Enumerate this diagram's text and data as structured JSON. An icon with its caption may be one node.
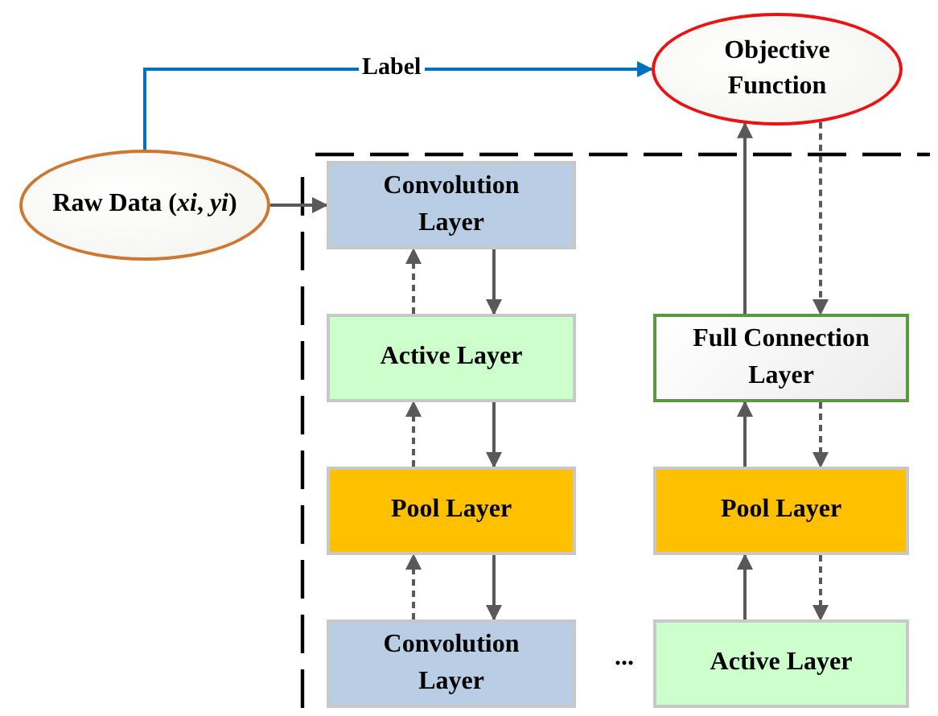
{
  "diagram": {
    "nodes": [
      {
        "text": [
          "Raw Data (*xi*, *yi*)"
        ]
      },
      {
        "text": [
          "Objective Function"
        ]
      },
      {
        "text": [
          "Convolution Layer"
        ]
      },
      {
        "text": [
          "Active Layer"
        ]
      },
      {
        "text": [
          "Pool Layer"
        ]
      },
      {
        "text": [
          "Convolution Layer"
        ]
      },
      {
        "text": [
          "Full Connection Layer"
        ]
      },
      {
        "text": [
          "Pool Layer"
        ]
      },
      {
        "text": [
          "Active Layer"
        ]
      }
    ],
    "edges": [
      {
        "from": 0,
        "to": 1,
        "arrow": "to",
        "label": "Label",
        "color": "#0070c0"
      },
      {
        "from": 0,
        "to": 2,
        "arrow": "to"
      },
      {
        "from": 2,
        "to": 3,
        "arrow": "to"
      },
      {
        "from": 3,
        "to": 2,
        "arrow": "to",
        "style": "dashed"
      },
      {
        "from": 3,
        "to": 4,
        "arrow": "to"
      },
      {
        "from": 4,
        "to": 3,
        "arrow": "to",
        "style": "dashed"
      },
      {
        "from": 4,
        "to": 5,
        "arrow": "to"
      },
      {
        "from": 5,
        "to": 4,
        "arrow": "to",
        "style": "dashed"
      },
      {
        "from": 8,
        "to": 7,
        "arrow": "to"
      },
      {
        "from": 7,
        "to": 8,
        "arrow": "to",
        "style": "dashed"
      },
      {
        "from": 7,
        "to": 6,
        "arrow": "to"
      },
      {
        "from": 6,
        "to": 7,
        "arrow": "to",
        "style": "dashed"
      },
      {
        "from": 6,
        "to": 1,
        "arrow": "to"
      },
      {
        "from": 1,
        "to": 6,
        "arrow": "to",
        "style": "dashed"
      }
    ],
    "labels": [
      "..."
    ]
  }
}
